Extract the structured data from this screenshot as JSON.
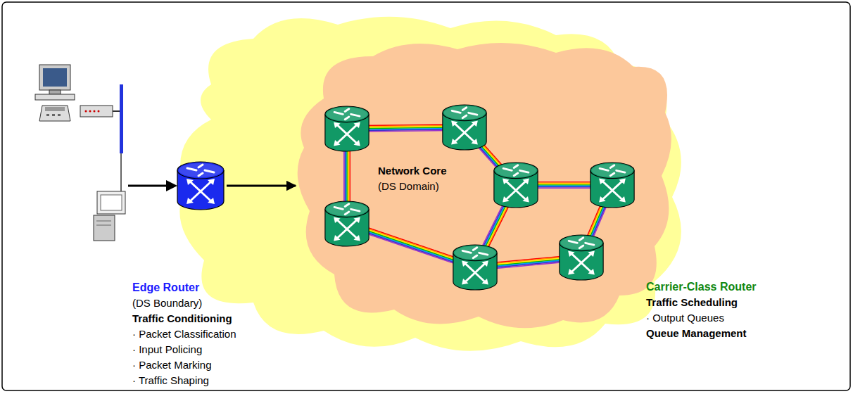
{
  "diagram": {
    "nodes": [
      {
        "text": [
          "Network Core",
          "(DS Domain)"
        ]
      },
      {
        "text": [
          "Edge Router",
          "(DS Boundary)",
          "Traffic Conditioning",
          "· Packet Classification",
          "· Input Policing",
          "· Packet Marking",
          "· Traffic Shaping"
        ]
      }
    ],
    "edges": [
      {
        "from": 1,
        "to": 0,
        "arrow": "to"
      }
    ],
    "labels": [
      "Carrier-Class Router",
      "Traffic Scheduling",
      "· Output Queues",
      "Queue Management"
    ]
  }
}
